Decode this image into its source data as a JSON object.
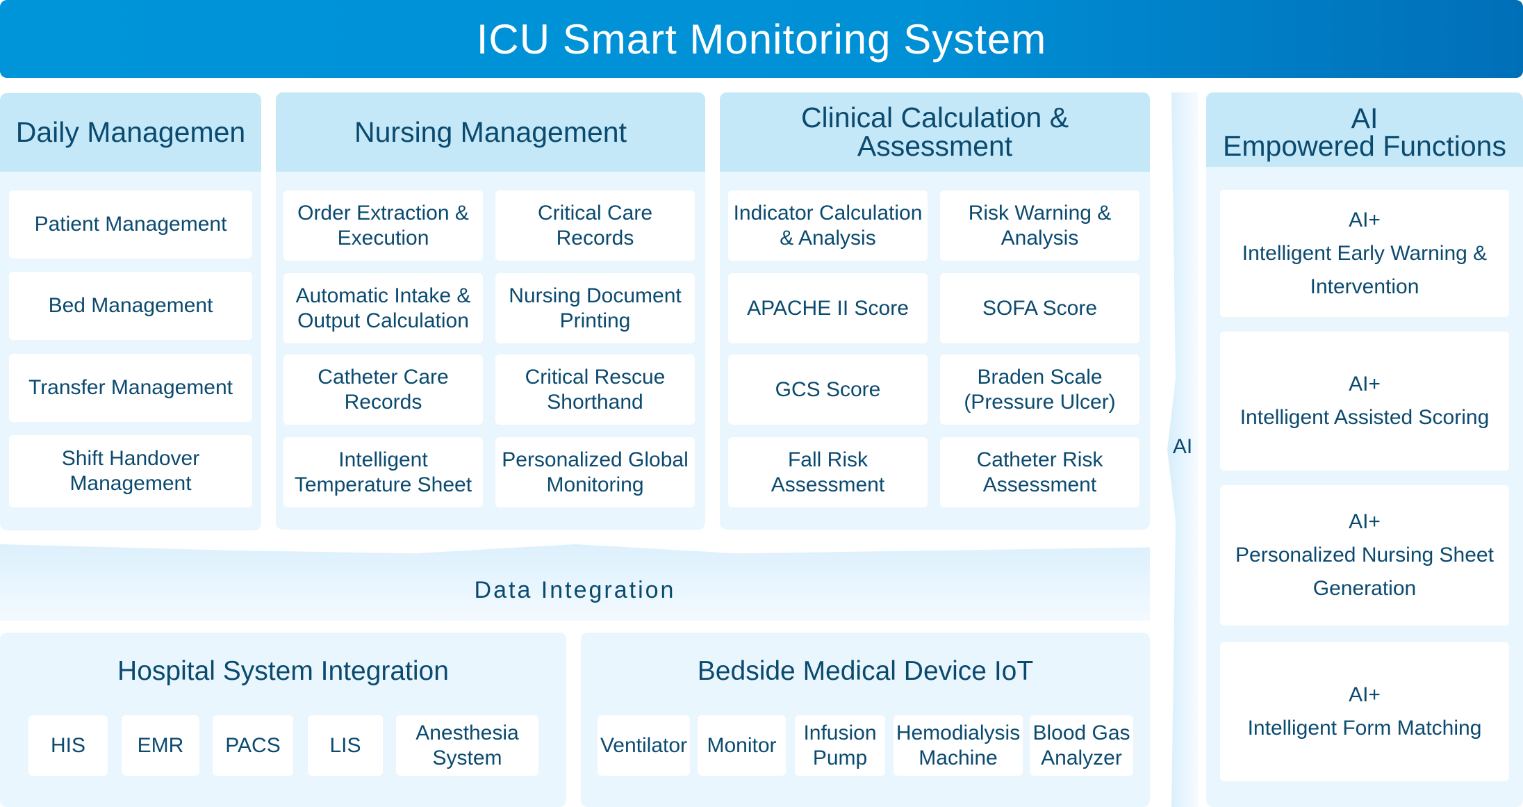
{
  "title": "ICU Smart Monitoring System",
  "daily": {
    "title": "Daily Managemen",
    "items": [
      "Patient Management",
      "Bed Management",
      "Transfer Management",
      "Shift Handover Management"
    ]
  },
  "nursing": {
    "title": "Nursing Management",
    "items": [
      "Order Extraction & Execution",
      "Critical Care Records",
      "Automatic Intake & Output Calculation",
      "Nursing Document Printing",
      "Catheter Care Records",
      "Critical Rescue Shorthand",
      "Intelligent Temperature Sheet",
      "Personalized Global Monitoring"
    ]
  },
  "clinical": {
    "title": "Clinical Calculation & Assessment",
    "items": [
      "Indicator Calculation & Analysis",
      "Risk Warning & Analysis",
      "APACHE II Score",
      "SOFA Score",
      "GCS Score",
      "Braden Scale (Pressure Ulcer)",
      "Fall Risk Assessment",
      "Catheter Risk Assessment"
    ]
  },
  "ai_bar": "AI",
  "ai": {
    "title_line1": "AI",
    "title_line2": "Empowered Functions",
    "prefix": "AI+",
    "items": [
      "Intelligent Early Warning & Intervention",
      "Intelligent Assisted Scoring",
      "Personalized Nursing Sheet Generation",
      "Intelligent Form Matching"
    ]
  },
  "data_integration": "Data Integration",
  "hospital": {
    "title": "Hospital System Integration",
    "items": [
      "HIS",
      "EMR",
      "PACS",
      "LIS",
      "Anesthesia System"
    ]
  },
  "bedside": {
    "title": "Bedside Medical Device IoT",
    "items": [
      "Ventilator",
      "Monitor",
      "Infusion Pump",
      "Hemodialysis Machine",
      "Blood Gas Analyzer"
    ]
  },
  "colors": {
    "header": "#0094d9",
    "panel_head": "#c5e8f8",
    "panel_body": "#eaf6fd",
    "text": "#0b4a6f"
  }
}
